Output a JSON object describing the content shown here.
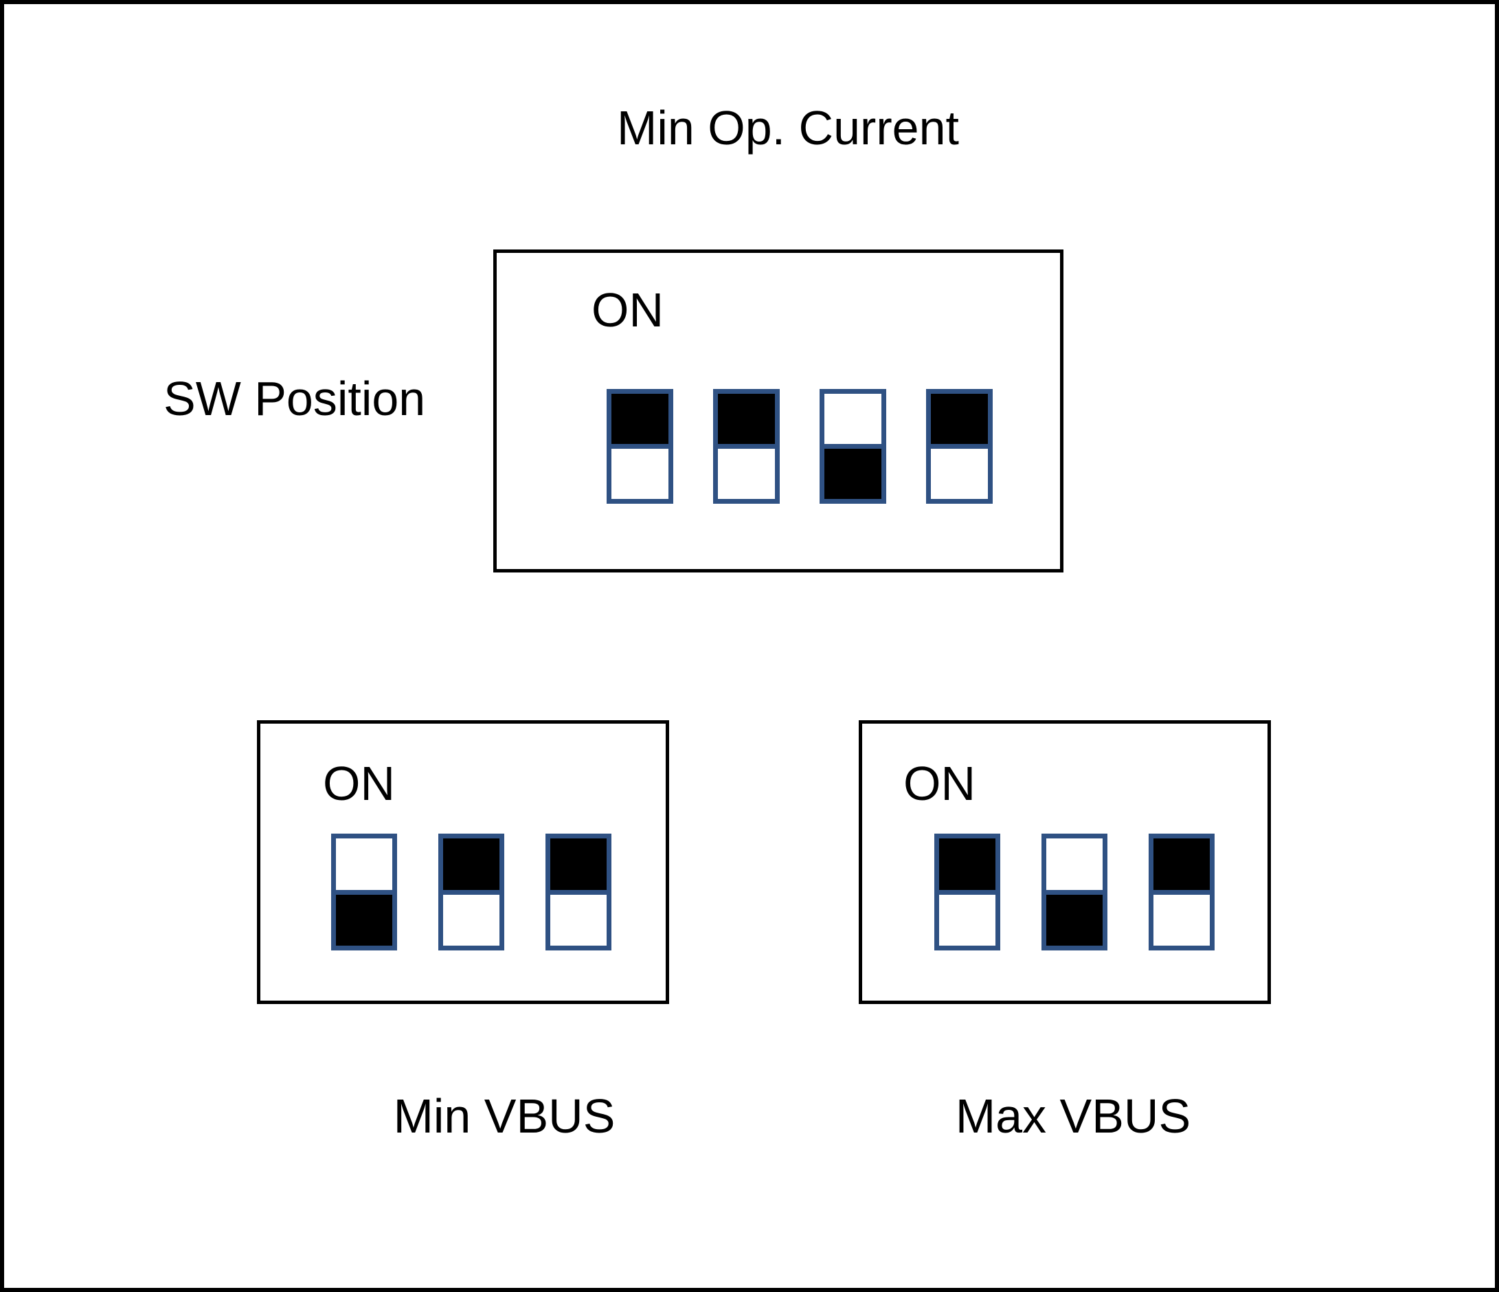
{
  "figure": {
    "side_label": "SW Position",
    "top_panel": {
      "title": "Min Op. Current",
      "on_label": "ON",
      "switches": [
        "on",
        "on",
        "off",
        "on"
      ]
    },
    "bottom_left_panel": {
      "label": "Min VBUS",
      "on_label": "ON",
      "switches": [
        "off",
        "on",
        "on"
      ]
    },
    "bottom_right_panel": {
      "label": "Max VBUS",
      "on_label": "ON",
      "switches": [
        "on",
        "off",
        "on"
      ]
    }
  },
  "colors": {
    "switch_border": "#2F5183",
    "switch_fill": "#000000",
    "panel_border": "#000000",
    "outer_border": "#000000",
    "background": "#ffffff"
  }
}
